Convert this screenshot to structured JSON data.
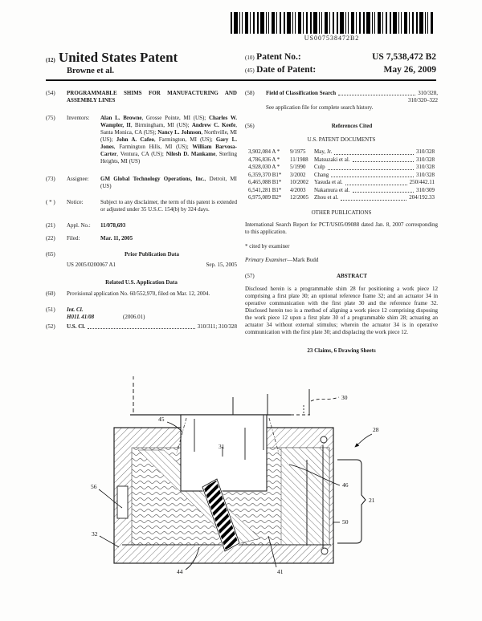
{
  "barcode": {
    "text": "US007538472B2"
  },
  "header": {
    "doc_tag": "(12)",
    "title": "United States Patent",
    "author": "Browne et al.",
    "patent_no_tag": "(10)",
    "patent_no_label": "Patent No.:",
    "patent_no_value": "US 7,538,472 B2",
    "date_tag": "(45)",
    "date_label": "Date of Patent:",
    "date_value": "May 26, 2009"
  },
  "left": {
    "title_tag": "(54)",
    "title_text": "PROGRAMMABLE SHIMS FOR MANUFACTURING AND ASSEMBLY LINES",
    "inventors_tag": "(75)",
    "inventors_label": "Inventors:",
    "inventors": [
      {
        "name": "Alan L. Browne",
        "loc": ", Grosse Pointe, MI (US); "
      },
      {
        "name": "Charles W. Wampler, II",
        "loc": ", Birmingham, MI (US); "
      },
      {
        "name": "Andrew C. Keefe",
        "loc": ", Santa Monica, CA (US); "
      },
      {
        "name": "Nancy L. Johnson",
        "loc": ", Northville, MI (US); "
      },
      {
        "name": "John A. Cafeo",
        "loc": ", Farmington, MI (US); "
      },
      {
        "name": "Gary L. Jones",
        "loc": ", Farmington Hills, MI (US); "
      },
      {
        "name": "William Barvosa-Carter",
        "loc": ", Ventura, CA (US); "
      },
      {
        "name": "Nilesh D. Mankame",
        "loc": ", Sterling Heights, MI (US)"
      }
    ],
    "assignee_tag": "(73)",
    "assignee_label": "Assignee:",
    "assignee_name": "GM Global Technology Operations, Inc.",
    "assignee_loc": ", Detroit, MI (US)",
    "notice_tag": "( * )",
    "notice_label": "Notice:",
    "notice_text": "Subject to any disclaimer, the term of this patent is extended or adjusted under 35 U.S.C. 154(b) by 324 days.",
    "appl_tag": "(21)",
    "appl_label": "Appl. No.:",
    "appl_value": "11/078,693",
    "filed_tag": "(22)",
    "filed_label": "Filed:",
    "filed_value": "Mar. 11, 2005",
    "prior_tag": "(65)",
    "prior_heading": "Prior Publication Data",
    "prior_number": "US 2005/0200067 A1",
    "prior_date": "Sep. 15, 2005",
    "related_heading": "Related U.S. Application Data",
    "related_tag": "(60)",
    "related_text": "Provisional application No. 60/552,970, filed on Mar. 12, 2004.",
    "intcl_tag": "(51)",
    "intcl_label": "Int. Cl.",
    "intcl_class": "H01L 41/08",
    "intcl_year": "(2006.01)",
    "uscl_tag": "(52)",
    "uscl_label": "U.S. Cl.",
    "uscl_value": "310/311; 310/328"
  },
  "right": {
    "field_tag": "(58)",
    "field_label": "Field of Classification Search",
    "field_value1": "310/328,",
    "field_value2": "310/320–322",
    "field_note": "See application file for complete search history.",
    "refs_tag": "(56)",
    "refs_heading": "References Cited",
    "uspd_heading": "U.S. PATENT DOCUMENTS",
    "references": [
      {
        "num": "3,902,084 A *",
        "date": "9/1975",
        "name": "May, Jr.",
        "cls": "310/328"
      },
      {
        "num": "4,786,836 A *",
        "date": "11/1988",
        "name": "Matsuzaki et al.",
        "cls": "310/328"
      },
      {
        "num": "4,928,030 A *",
        "date": "5/1990",
        "name": "Culp",
        "cls": "310/328"
      },
      {
        "num": "6,359,370 B1*",
        "date": "3/2002",
        "name": "Chang",
        "cls": "310/328"
      },
      {
        "num": "6,465,088 B1*",
        "date": "10/2002",
        "name": "Yasuda et al.",
        "cls": "250/442.11"
      },
      {
        "num": "6,541,281 B1*",
        "date": "4/2003",
        "name": "Nakamura et al.",
        "cls": "310/309"
      },
      {
        "num": "6,975,089 B2*",
        "date": "12/2005",
        "name": "Zhou et al.",
        "cls": "204/192.33"
      }
    ],
    "otherpub_heading": "OTHER PUBLICATIONS",
    "otherpub_text": "International Search Report for PCT/US05/09088 dated Jan. 8, 2007 corresponding to this application.",
    "cited_note": "* cited by examiner",
    "examiner_label": "Primary Examiner",
    "examiner_name": "—Mark Budd",
    "abstract_tag": "(57)",
    "abstract_heading": "ABSTRACT",
    "abstract_text": "Disclosed herein is a programmable shim 28 for positioning a work piece 12 comprising a first plate 30; an optional reference frame 32; and an actuator 34 in operative communication with the first plate 30 and the reference frame 32. Disclosed herein too is a method of aligning a work piece 12 comprising disposing the work piece 12 upon a first plate 30 of a programmable shim 28; actuating an actuator 34 without external stimulus; wherein the actuator 34 is in operative communication with the first plate 30; and displacing the work piece 12.",
    "claims_note": "23 Claims, 6 Drawing Sheets"
  },
  "figure": {
    "labels": {
      "plate": "30",
      "taper": "45",
      "shim": "28",
      "workpiece": "31",
      "slot": "56",
      "frame": "32",
      "spring_left": "44",
      "spring_right": "41",
      "lock_upper": "46",
      "lock_lower": "50",
      "bracket": "21"
    }
  }
}
